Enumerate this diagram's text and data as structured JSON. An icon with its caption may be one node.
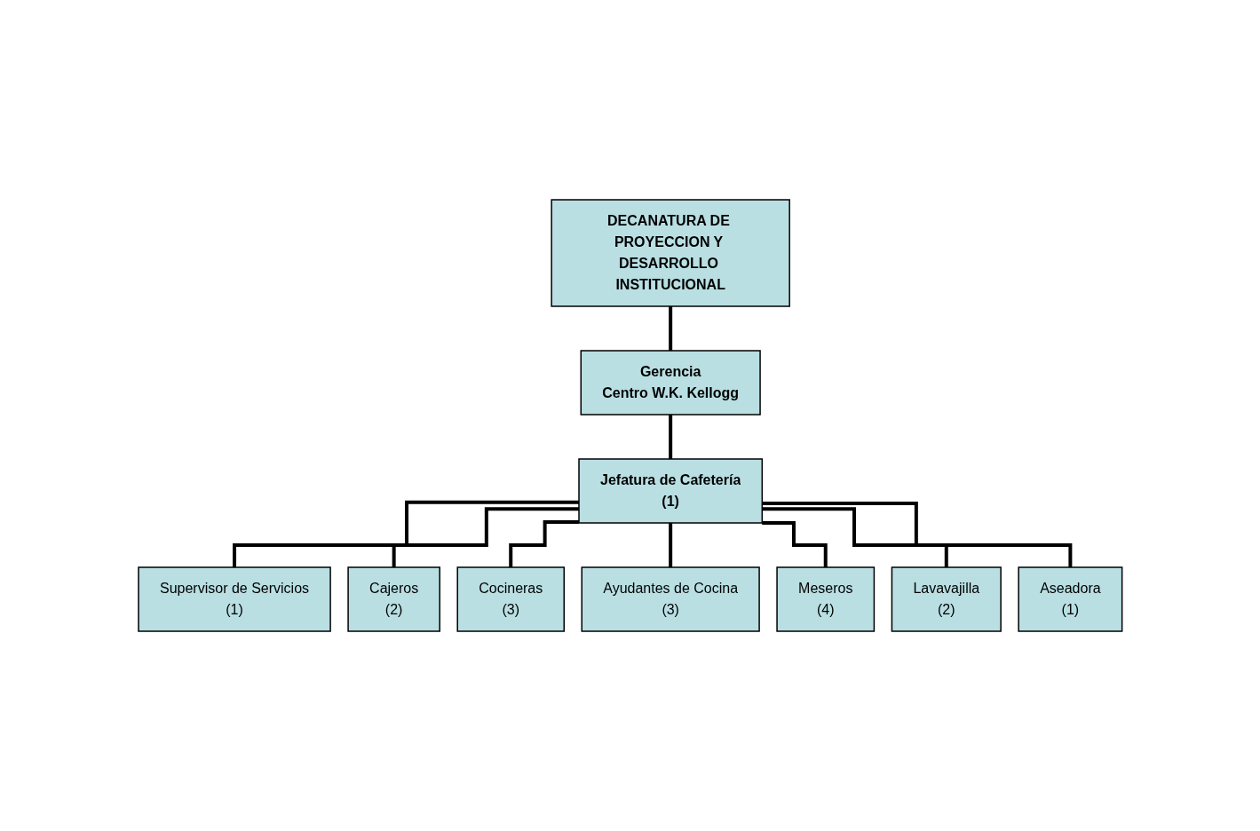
{
  "diagram": {
    "nodes": [
      {
        "text": [
          "DECANATURA DE PROYECCION Y DESARROLLO INSTITUCIONAL"
        ]
      },
      {
        "text": [
          "Gerencia",
          "Centro W.K. Kellogg"
        ]
      },
      {
        "text": [
          "Jefatura de Cafetería",
          "(1)"
        ]
      },
      {
        "text": [
          "Supervisor de Servicios",
          "(1)"
        ]
      },
      {
        "text": [
          "Cajeros",
          "(2)"
        ]
      },
      {
        "text": [
          "Cocineras",
          "(3)"
        ]
      },
      {
        "text": [
          "Ayudantes de Cocina",
          "(3)"
        ]
      },
      {
        "text": [
          "Meseros",
          "(4)"
        ]
      },
      {
        "text": [
          "Lavavajilla",
          "(2)"
        ]
      },
      {
        "text": [
          "Aseadora",
          "(1)"
        ]
      }
    ],
    "edges": [
      {
        "from": 0,
        "to": 1,
        "arrow": "none"
      },
      {
        "from": 1,
        "to": 2,
        "arrow": "none"
      },
      {
        "from": 2,
        "to": 3,
        "arrow": "none"
      },
      {
        "from": 2,
        "to": 4,
        "arrow": "none"
      },
      {
        "from": 2,
        "to": 5,
        "arrow": "none"
      },
      {
        "from": 2,
        "to": 6,
        "arrow": "none"
      },
      {
        "from": 2,
        "to": 7,
        "arrow": "none"
      },
      {
        "from": 2,
        "to": 8,
        "arrow": "none"
      },
      {
        "from": 2,
        "to": 9,
        "arrow": "none"
      }
    ]
  }
}
